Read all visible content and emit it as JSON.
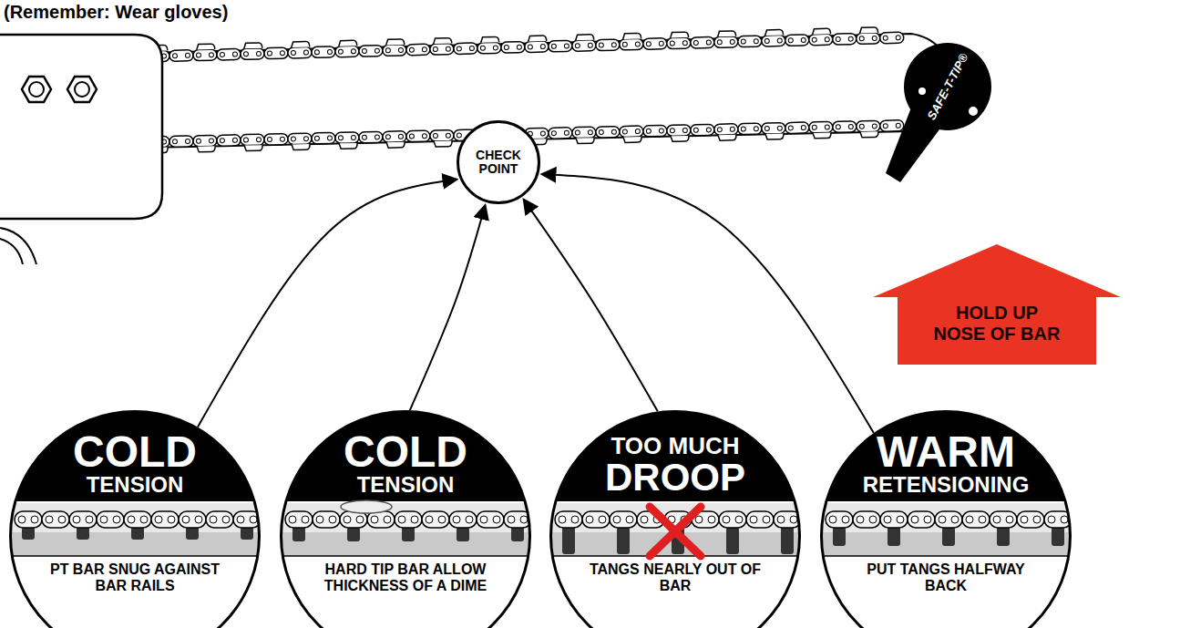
{
  "diagram": {
    "nodes": [
      {
        "text": [
          "CHECK POINT"
        ]
      },
      {
        "text": [
          "COLD TENSION",
          "PT BAR SNUG AGAINST BAR RAILS"
        ]
      },
      {
        "text": [
          "COLD TENSION",
          "HARD TIP BAR ALLOW THICKNESS OF A DIME"
        ]
      },
      {
        "text": [
          "TOO MUCH DROOP",
          "TANGS NEARLY OUT OF BAR"
        ]
      },
      {
        "text": [
          "WARM RETENSIONING",
          "PUT TANGS HALFWAY BACK"
        ]
      },
      {
        "text": [
          "HOLD UP NOSE OF BAR"
        ]
      }
    ],
    "edges": [
      {
        "from": 1,
        "to": 0,
        "arrow": "to"
      },
      {
        "from": 2,
        "to": 0,
        "arrow": "to"
      },
      {
        "from": 3,
        "to": 0,
        "arrow": "to"
      },
      {
        "from": 4,
        "to": 0,
        "arrow": "to"
      }
    ],
    "labels": [
      "(Remember: Wear gloves)",
      "SAFE-T-TIP®"
    ]
  }
}
